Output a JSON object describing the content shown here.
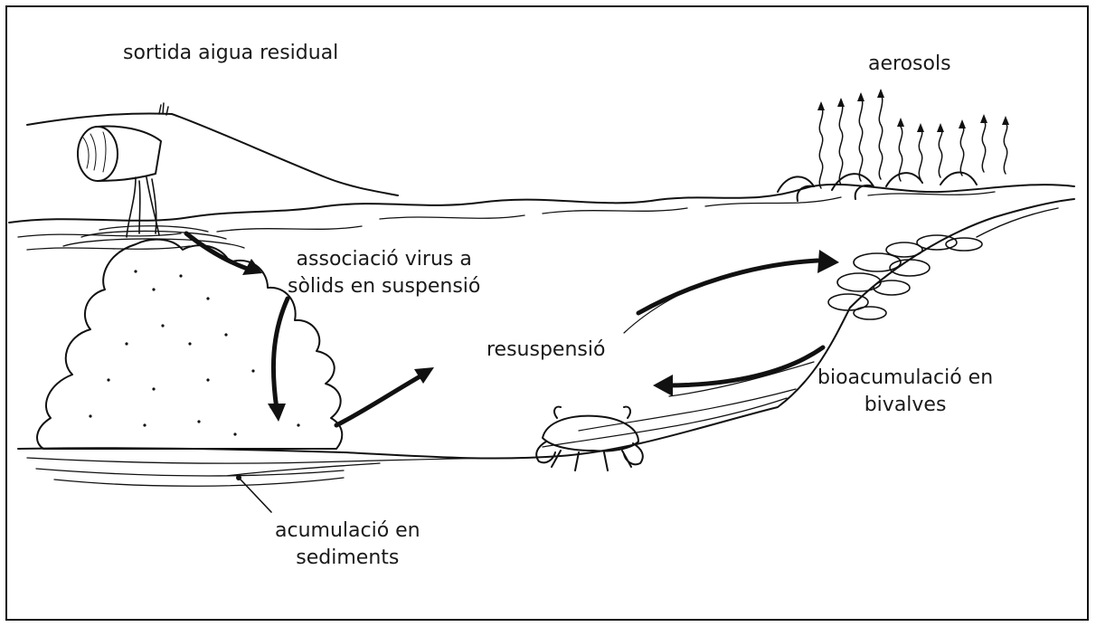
{
  "diagram": {
    "labels": {
      "wastewater_outflow": "sortida aigua residual",
      "aerosols": "aerosols",
      "virus_association": [
        "associació virus a",
        "sòlids en suspensió"
      ],
      "resuspension": "resuspensió",
      "bioaccumulation": [
        "bioacumulació en",
        "bivalves"
      ],
      "sediment_accumulation": [
        "acumulació en",
        "sediments"
      ]
    },
    "colors": {
      "ink": "#111111",
      "background": "#ffffff"
    }
  }
}
